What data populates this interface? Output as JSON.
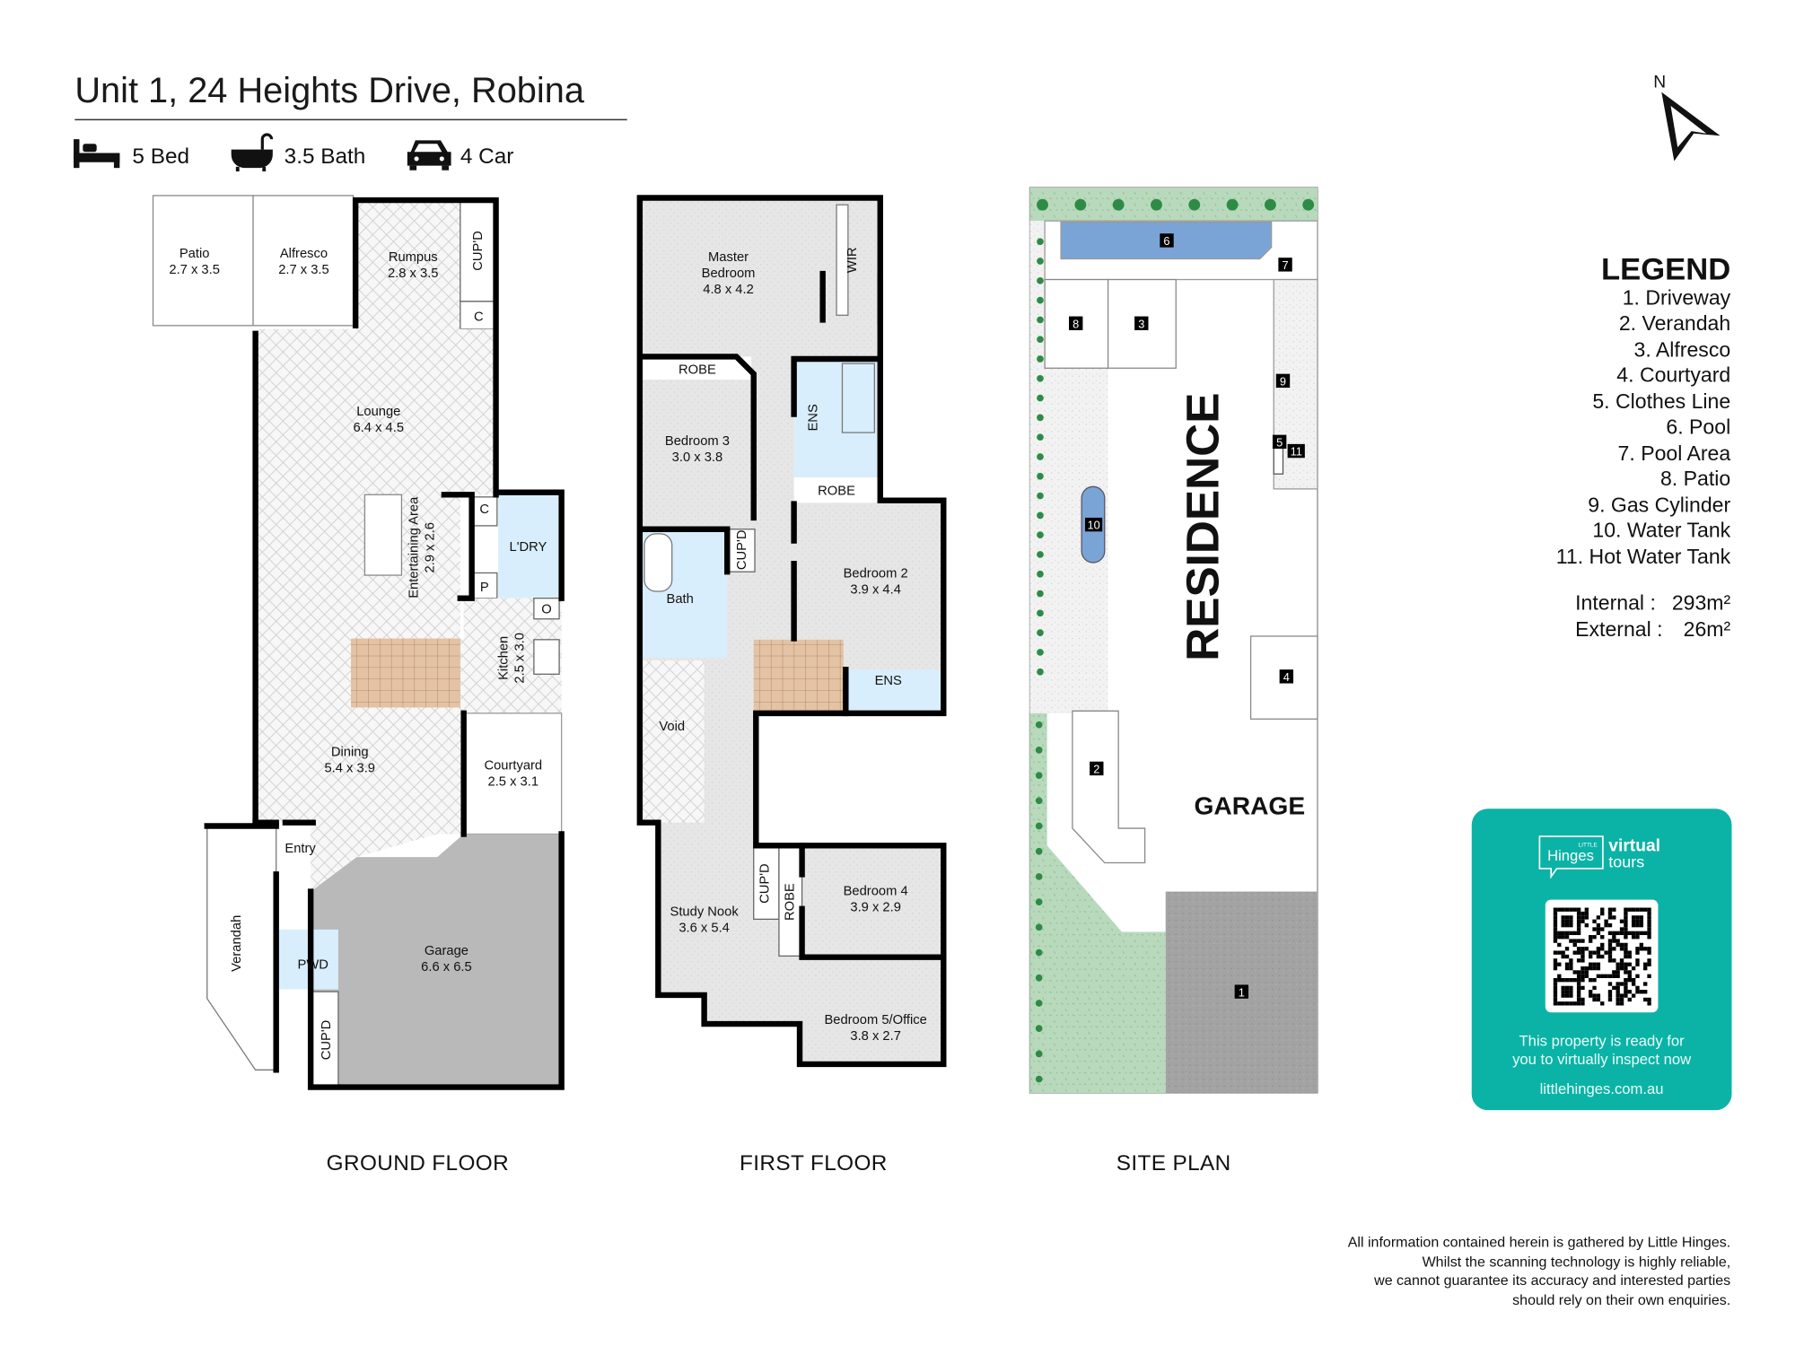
{
  "header": {
    "title": "Unit 1, 24 Heights Drive, Robina",
    "features": [
      {
        "icon": "bed-icon",
        "label": "5 Bed"
      },
      {
        "icon": "bath-icon",
        "label": "3.5 Bath"
      },
      {
        "icon": "car-icon",
        "label": "4 Car"
      }
    ]
  },
  "compass": {
    "label": "N"
  },
  "ground_floor": {
    "title": "GROUND FLOOR",
    "rooms": {
      "patio": {
        "name": "Patio",
        "dims": "2.7 x 3.5"
      },
      "alfresco": {
        "name": "Alfresco",
        "dims": "2.7 x 3.5"
      },
      "rumpus": {
        "name": "Rumpus",
        "dims": "2.8 x 3.5"
      },
      "lounge": {
        "name": "Lounge",
        "dims": "6.4 x 4.5"
      },
      "entertaining": {
        "name": "Entertaining Area",
        "dims": "2.9 x 2.6"
      },
      "laundry": {
        "name": "L'DRY"
      },
      "kitchen": {
        "name": "Kitchen",
        "dims": "2.5 x 3.0"
      },
      "dining": {
        "name": "Dining",
        "dims": "5.4 x 3.9"
      },
      "courtyard": {
        "name": "Courtyard",
        "dims": "2.5 x 3.1"
      },
      "entry": {
        "name": "Entry"
      },
      "verandah": {
        "name": "Verandah"
      },
      "pwd": {
        "name": "PWD"
      },
      "garage": {
        "name": "Garage",
        "dims": "6.6 x 6.5"
      },
      "cupd_rumpus": {
        "name": "CUP'D"
      },
      "cupd_garage": {
        "name": "CUP'D"
      },
      "c1": {
        "name": "C"
      },
      "c2": {
        "name": "C"
      },
      "p": {
        "name": "P"
      },
      "o": {
        "name": "O"
      }
    }
  },
  "first_floor": {
    "title": "FIRST FLOOR",
    "rooms": {
      "master": {
        "name1": "Master",
        "name2": "Bedroom",
        "dims": "4.8 x 4.2"
      },
      "wir": {
        "name": "WIR"
      },
      "robe1": {
        "name": "ROBE"
      },
      "bed3": {
        "name": "Bedroom 3",
        "dims": "3.0 x 3.8"
      },
      "ens1": {
        "name": "ENS"
      },
      "robe2": {
        "name": "ROBE"
      },
      "bath": {
        "name": "Bath"
      },
      "cupd1": {
        "name": "CUP'D"
      },
      "bed2": {
        "name": "Bedroom 2",
        "dims": "3.9 x 4.4"
      },
      "ens2": {
        "name": "ENS"
      },
      "void": {
        "name": "Void"
      },
      "study": {
        "name": "Study Nook",
        "dims": "3.6 x 5.4"
      },
      "cupd2": {
        "name": "CUP'D"
      },
      "robe3": {
        "name": "ROBE"
      },
      "bed4": {
        "name": "Bedroom 4",
        "dims": "3.9 x 2.9"
      },
      "bed5": {
        "name": "Bedroom 5/Office",
        "dims": "3.8 x 2.7"
      }
    }
  },
  "site_plan": {
    "title": "SITE PLAN",
    "residence": "RESIDENCE",
    "garage": "GARAGE",
    "markers": [
      "1",
      "2",
      "3",
      "4",
      "5",
      "6",
      "7",
      "8",
      "9",
      "10",
      "11"
    ]
  },
  "legend": {
    "title": "LEGEND",
    "items": [
      "1. Driveway",
      "2. Verandah",
      "3. Alfresco",
      "4. Courtyard",
      "5. Clothes Line",
      "6. Pool",
      "7. Pool Area",
      "8. Patio",
      "9. Gas Cylinder",
      "10. Water Tank",
      "11. Hot Water Tank"
    ],
    "internal_label": "Internal  :",
    "internal_value": "293m²",
    "external_label": "External :",
    "external_value": "26m²"
  },
  "promo": {
    "brand_small": "LITTLE",
    "brand": "Hinges",
    "product1": "virtual",
    "product2": "tours",
    "line1": "This property is ready for",
    "line2": "you to virtually inspect now",
    "url": "littlehinges.com.au",
    "color": "#0bb3a6"
  },
  "disclaimer": [
    "All information contained herein is gathered by Little Hinges.",
    "Whilst the scanning technology is highly reliable,",
    "we cannot guarantee its accuracy and interested parties",
    "should rely on their own enquiries."
  ]
}
